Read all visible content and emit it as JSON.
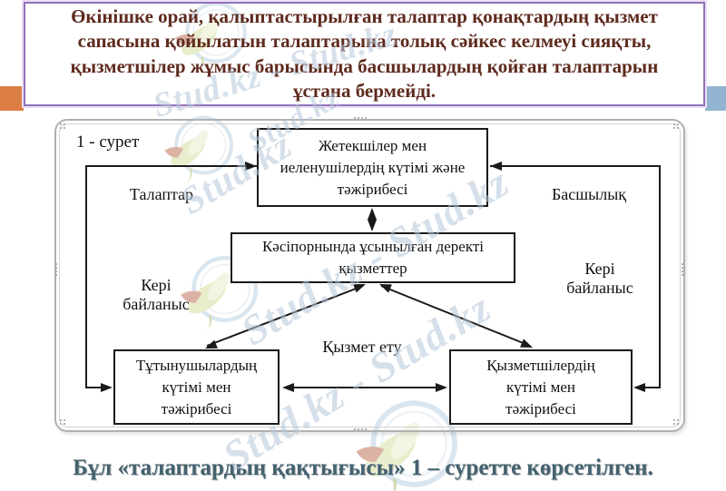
{
  "title": {
    "lines": [
      "Өкінішке орай, қалыптастырылған талаптар қонақтардың қызмет",
      "сапасына қойылатын талаптарына толық сәйкес келмеуі сияқты,",
      "қызметшілер жұмыс барысында басшылардың қойған талаптарын",
      "ұстана бермейді."
    ]
  },
  "figure_label": "1 - сурет",
  "diagram": {
    "boxes": {
      "top": {
        "lines": [
          "Жетекшілер мен",
          "иеленушілердің күтімі және",
          "тәжірибесі"
        ]
      },
      "middle": {
        "lines": [
          "Кәсіпорнында ұсынылған деректі",
          "қызметтер"
        ]
      },
      "bottom_left": {
        "lines": [
          "Тұтынушылардың",
          "күтімі мен",
          "тәжірибесі"
        ]
      },
      "bottom_right": {
        "lines": [
          "Қызметшілердің",
          "күтімі мен",
          "тәжірибесі"
        ]
      }
    },
    "labels": {
      "requirements": "Талаптар",
      "management": "Басшылық",
      "feedback_left": {
        "lines": [
          "Кері",
          "байланыс"
        ]
      },
      "feedback_right": {
        "lines": [
          "Кері",
          "байланыс"
        ]
      },
      "service": "Қызмет ету"
    },
    "connections": [
      {
        "from": "top",
        "to": "middle",
        "arrows": "both"
      },
      {
        "from": "middle",
        "to": "bottom_left",
        "arrows": "both"
      },
      {
        "from": "middle",
        "to": "bottom_right",
        "arrows": "both"
      },
      {
        "from": "bottom_left",
        "to": "bottom_right",
        "arrows": "both"
      },
      {
        "path": "left-edge-loop",
        "into": [
          "top",
          "bottom_left"
        ]
      },
      {
        "path": "right-edge-loop",
        "into": [
          "top",
          "bottom_right"
        ]
      }
    ]
  },
  "caption": "Бұл «талаптардың қақтығысы» 1 – суретте көрсетілген.",
  "watermark": {
    "text": "Stud.kz",
    "text_pair": "Stud.kz - Stud.kz",
    "color": "#b5c8d9"
  },
  "colors": {
    "title_text": "#5e2a1e",
    "title_border": "#9271b8",
    "accent_orange": "#dd7e44",
    "accent_blue": "#92b4d2",
    "caption_text": "#44616e",
    "box_border": "#1a1a1a",
    "frame_border": "#b0b0b0"
  }
}
